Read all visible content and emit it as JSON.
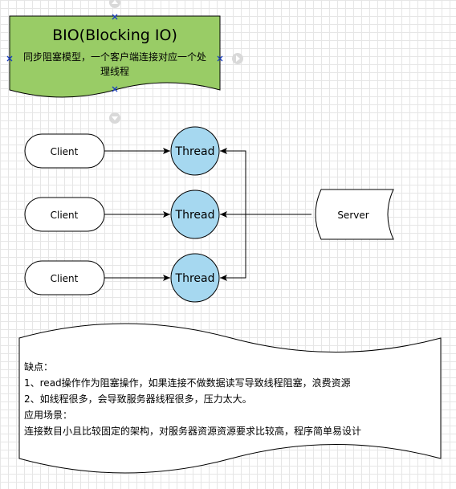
{
  "title_box": {
    "title": "BIO(Blocking IO)",
    "subtitle_line1": "同步阻塞模型，一个客户端连接对应一个处",
    "subtitle_line2": "理线程",
    "fill": "#99cc66"
  },
  "clients": [
    "Client",
    "Client",
    "Client"
  ],
  "threads": [
    "Thread",
    "Thread",
    "Thread"
  ],
  "server": "Server",
  "thread_fill": "#a6d8f0",
  "notes": [
    "缺点：",
    "1、read操作作为阻塞操作，如果连接不做数据读写导致线程阻塞，浪费资源",
    "2、如线程很多，会导致服务器线程很多，压力太大。",
    "应用场景：",
    "连接数目小且比较固定的架构，对服务器资源资源要求比较高，程序简单易设计"
  ]
}
